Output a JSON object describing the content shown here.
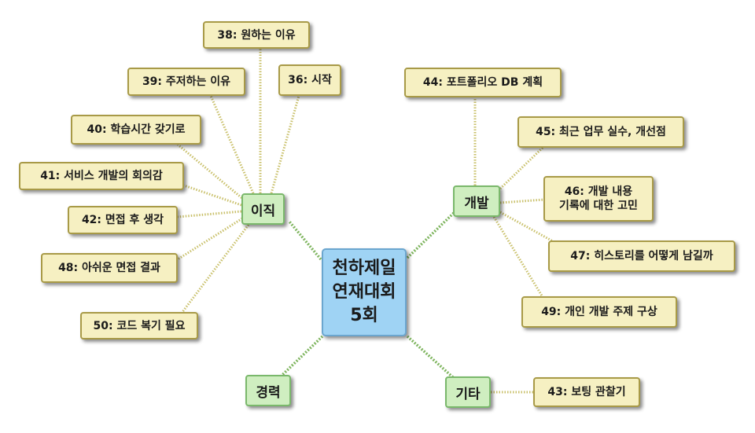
{
  "central": {
    "lines": [
      "천하제일",
      "연재대회",
      "5회"
    ]
  },
  "branches": {
    "ijik": {
      "label": "이직"
    },
    "gaebal": {
      "label": "개발"
    },
    "gyeongryeok": {
      "label": "경력"
    },
    "gita": {
      "label": "기타"
    }
  },
  "leaves": {
    "t38": {
      "text": "38: 원하는 이유"
    },
    "t39": {
      "text": "39: 주저하는 이유"
    },
    "t36": {
      "text": "36: 시작"
    },
    "t40": {
      "text": "40: 학습시간 갖기로"
    },
    "t41": {
      "text": "41: 서비스 개발의 회의감"
    },
    "t42": {
      "text": "42: 면접 후 생각"
    },
    "t48": {
      "text": "48: 아쉬운 면접 결과"
    },
    "t50": {
      "text": "50: 코드 복기 필요"
    },
    "t44": {
      "text": "44: 포트폴리오 DB 계획"
    },
    "t45": {
      "text": "45: 최근 업무 실수, 개선점"
    },
    "t46": {
      "lines": [
        "46: 개발 내용",
        "기록에 대한 고민"
      ]
    },
    "t47": {
      "text": "47: 히스토리를 어떻게 남길까"
    },
    "t49": {
      "text": "49: 개인 개발 주제 구상"
    },
    "t43": {
      "text": "43: 보팅 관찰기"
    }
  },
  "colors": {
    "leaf_fill": "#f6f0c2",
    "leaf_border": "#a89a47",
    "leaf_connector": "#c9c06a",
    "branch_fill": "#cfeec0",
    "branch_border": "#7ab86b",
    "branch_connector": "#7fb55f",
    "central_fill": "#9fd3f4",
    "central_border": "#6ba6cf"
  }
}
